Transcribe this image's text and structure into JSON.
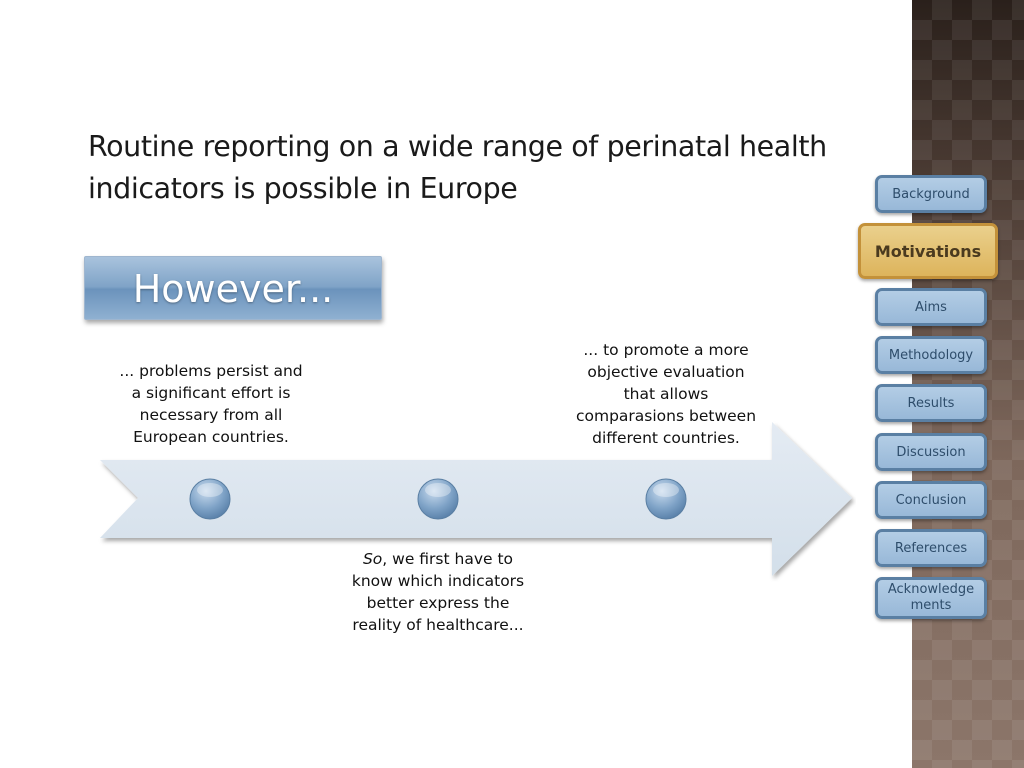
{
  "heading": {
    "line1": "Routine reporting on a wide range of perinatal health",
    "line2": "indicators is possible in Europe"
  },
  "however_label": "However...",
  "texts": {
    "left": [
      "... problems persist and",
      "a significant effort is",
      "necessary from all",
      "European countries."
    ],
    "right": [
      "... to promote a more",
      "objective evaluation",
      "that allows",
      "comparasions between",
      "different countries."
    ],
    "bottom_italic": "So",
    "bottom": [
      ", we first have to",
      "know which indicators",
      "better express the",
      "reality of healthcare..."
    ]
  },
  "nav": {
    "background": "Background",
    "motivations": "Motivations",
    "aims": "Aims",
    "methodology": "Methodology",
    "results": "Results",
    "discussion": "Discussion",
    "conclusion": "Conclusion",
    "references": "References",
    "acknowledgements": [
      "Acknowledge",
      "ments"
    ]
  },
  "colors": {
    "nav_blue": "#98b8d8",
    "nav_active_gold": "#ddb45c",
    "however_blue": "#7fa3c7"
  }
}
